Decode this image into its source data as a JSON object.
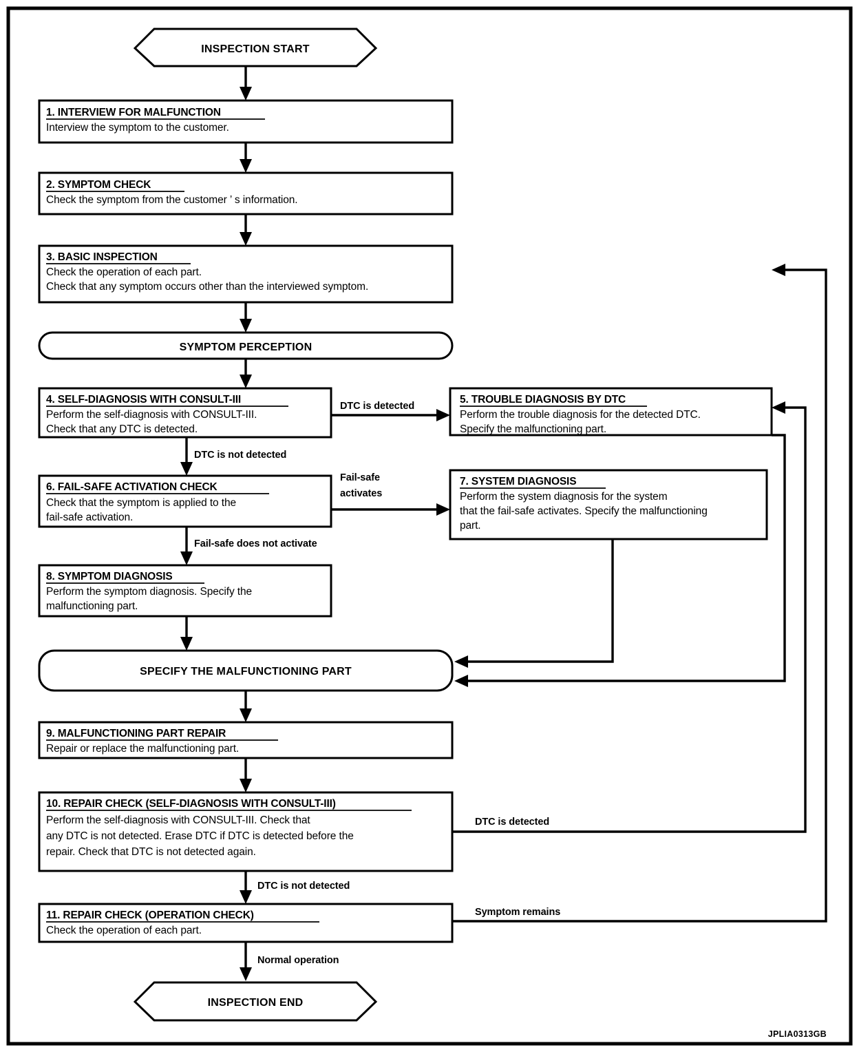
{
  "diagram": {
    "caption": "JPLIA0313GB",
    "terminals": {
      "start": "INSPECTION START",
      "end": "INSPECTION END",
      "perception": "SYMPTOM PERCEPTION",
      "specify": "SPECIFY THE MALFUNCTIONING PART"
    },
    "steps": [
      {
        "id": "step-1",
        "heading": "1. INTERVIEW FOR MALFUNCTION",
        "lines": [
          "Interview the symptom to the customer."
        ]
      },
      {
        "id": "step-2",
        "heading": "2. SYMPTOM CHECK ",
        "lines": [
          "Check the symptom from the customer ’ s information."
        ]
      },
      {
        "id": "step-3",
        "heading": "3. BASIC INSPECTION",
        "lines": [
          "Check the operation of each part.",
          "Check that any symptom occurs other than the interviewed symptom."
        ]
      },
      {
        "id": "step-4",
        "heading": "4. SELF-DIAGNOSIS WITH CONSULT-III",
        "lines": [
          "Perform the self-diagnosis with CONSULT-III.",
          "Check that any DTC is detected."
        ]
      },
      {
        "id": "step-5",
        "heading": "5. TROUBLE DIAGNOSIS BY DTC ",
        "lines": [
          "Perform the trouble diagnosis for the detected DTC.",
          "Specify the malfunctioning part."
        ]
      },
      {
        "id": "step-6",
        "heading": "6. FAIL-SAFE ACTIVATION CHECK",
        "lines": [
          "Check that the symptom is applied to the",
          "fail-safe activation."
        ]
      },
      {
        "id": "step-7",
        "heading": "7. SYSTEM DIAGNOSIS",
        "lines": [
          "Perform the system diagnosis for the system",
          "that the fail-safe activates. Specify the malfunctioning",
          "part."
        ]
      },
      {
        "id": "step-8",
        "heading": "8. SYMPTOM DIAGNOSIS",
        "lines": [
          "Perform the symptom diagnosis. Specify the",
          "malfunctioning part."
        ]
      },
      {
        "id": "step-9",
        "heading": "9. MALFUNCTIONING PART REPAIR",
        "lines": [
          "Repair or replace the malfunctioning part."
        ]
      },
      {
        "id": "step-10",
        "heading": "10. REPAIR CHECK (SELF-DIAGNOSIS WITH CONSULT-III)",
        "lines": [
          "Perform the self-diagnosis with CONSULT-III. Check that",
          "any DTC is not detected. Erase DTC if DTC is detected before the",
          "repair. Check that DTC is not detected again."
        ]
      },
      {
        "id": "step-11",
        "heading": "11. REPAIR CHECK (OPERATION CHECK) ",
        "lines": [
          "Check the operation of each part."
        ]
      }
    ],
    "edge_labels": {
      "dtc_detected_4": "DTC is detected",
      "dtc_not_detected_4": "DTC is not detected",
      "failsafe_activates_a": "Fail-safe",
      "failsafe_activates_b": "activates",
      "failsafe_not_activate": "Fail-safe does not activate",
      "dtc_detected_10": "DTC is detected",
      "dtc_not_detected_10": "DTC is not detected",
      "symptom_remains": "Symptom remains",
      "normal_operation": "Normal operation"
    }
  }
}
